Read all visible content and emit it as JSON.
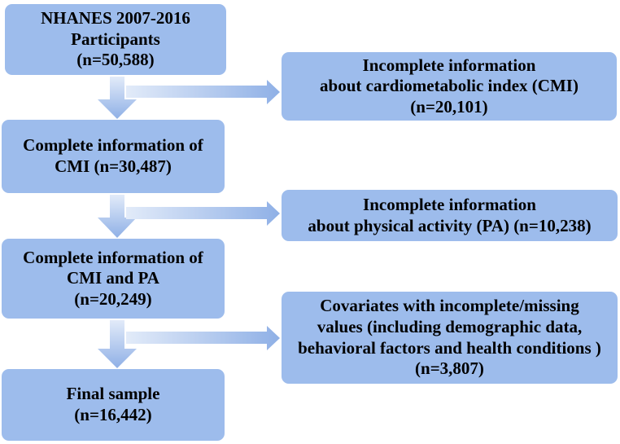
{
  "flow_boxes": [
    {
      "lines": [
        "NHANES 2007-2016",
        "Participants",
        "(n=50,588)"
      ]
    },
    {
      "lines": [
        "Complete information of",
        "CMI (n=30,487)"
      ]
    },
    {
      "lines": [
        "Complete information of",
        "CMI and PA",
        "(n=20,249)"
      ]
    },
    {
      "lines": [
        "Final sample",
        "(n=16,442)"
      ]
    }
  ],
  "exclusion_boxes": [
    {
      "lines": [
        "Incomplete information",
        "about cardiometabolic index (CMI)",
        "(n=20,101)"
      ]
    },
    {
      "lines": [
        "Incomplete information",
        "about physical activity (PA) (n=10,238)"
      ]
    },
    {
      "lines": [
        "Covariates with incomplete/missing",
        "values (including demographic data,",
        "behavioral factors and health conditions )",
        "(n=3,807)"
      ]
    }
  ],
  "colors": {
    "box_fill": "#9dbcec",
    "arrow_light": "#d7e4f7",
    "arrow_dark": "#8fb0e6"
  }
}
